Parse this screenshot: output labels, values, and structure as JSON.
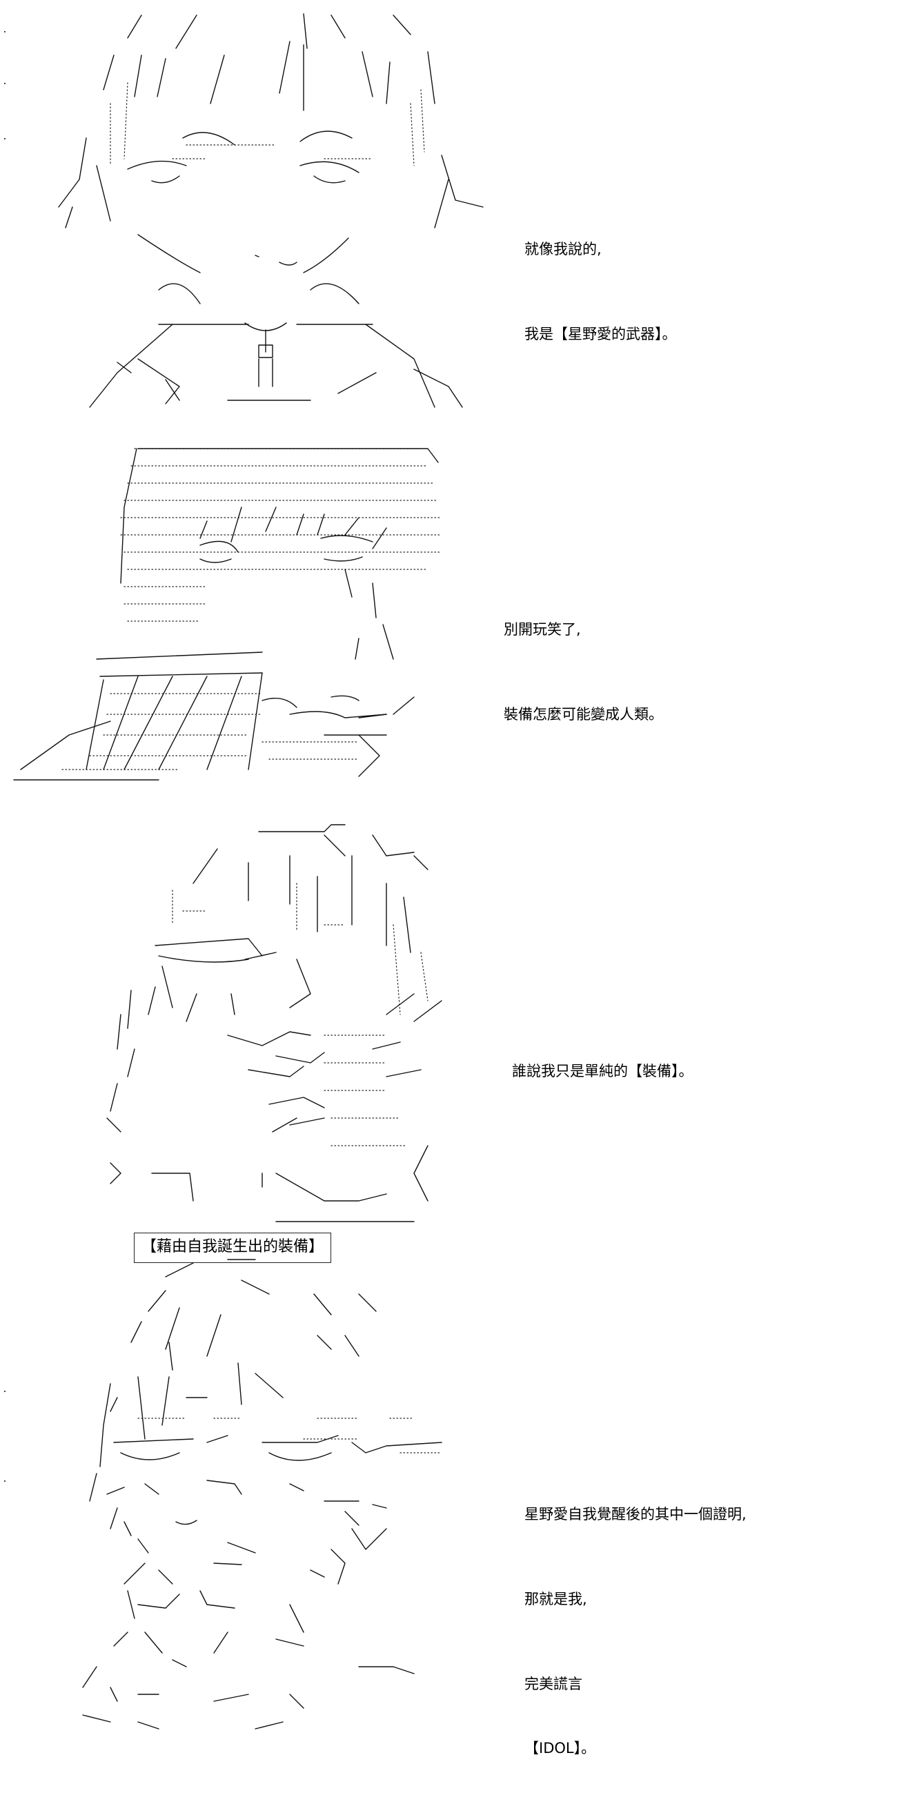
{
  "panels": [
    {
      "figure": "ascii-art-girl-looking-down",
      "lines": [
        "就像我說的,",
        "我是【星野愛的武器】。"
      ]
    },
    {
      "figure": "ascii-art-girl-smirking",
      "lines": [
        "別開玩笑了,",
        "裝備怎麼可能變成人類。"
      ]
    },
    {
      "figure": "ascii-art-girl-sideways-glance",
      "lines": [
        "誰說我只是單純的【裝備】。"
      ]
    },
    {
      "figure": "ascii-art-girl-close-up",
      "lines": [
        "星野愛自我覺醒後的其中一個證明,",
        "那就是我,",
        "完美謊言",
        "【IDOL】。"
      ]
    }
  ],
  "caption": "【藉由自我誕生出的裝備】"
}
